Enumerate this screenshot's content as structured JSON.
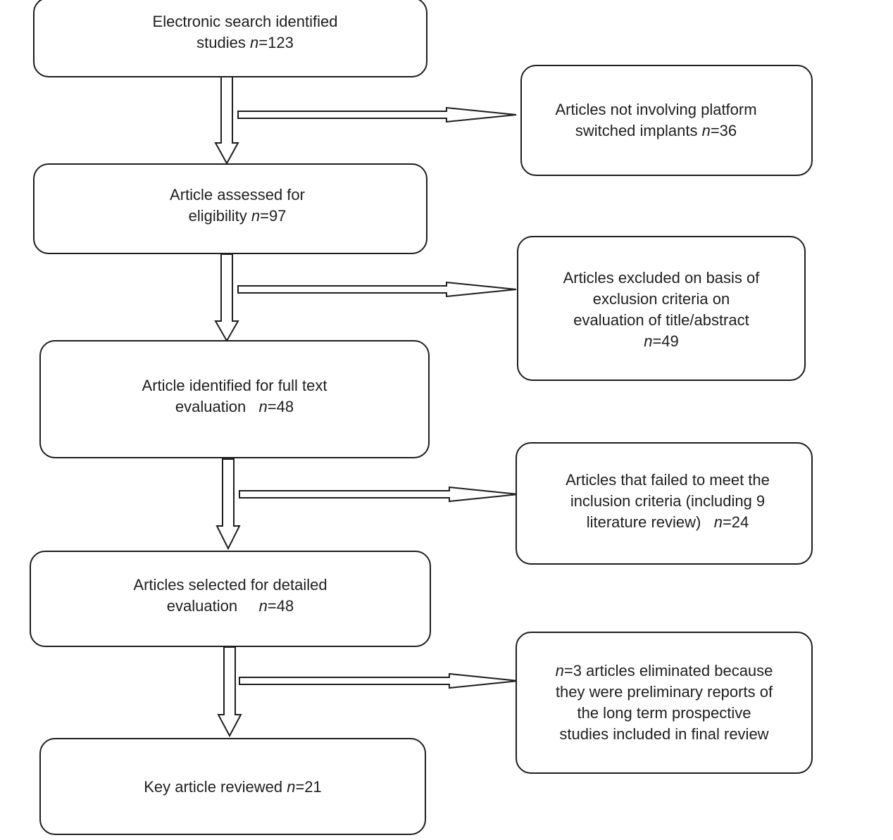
{
  "flow": {
    "boxes": [
      {
        "line1": "Electronic search identified",
        "line2_pre": "studies ",
        "n_symbol": "n",
        "line2_post": "=123"
      },
      {
        "line1": "Article assessed for",
        "line2_pre": "eligibility ",
        "n_symbol": "n",
        "line2_post": "=97"
      },
      {
        "line1": "Article identified for full text",
        "line2_pre": "evaluation   ",
        "n_symbol": "n",
        "line2_post": "=48"
      },
      {
        "line1": "Articles selected for detailed",
        "line2_pre": "evaluation     ",
        "n_symbol": "n",
        "line2_post": "=48"
      },
      {
        "line1_pre": "Key article reviewed ",
        "n_symbol": "n",
        "line1_post": "=21"
      }
    ],
    "exclusions": [
      {
        "line1": "Articles not involving platform",
        "line2_pre": "switched implants ",
        "n_symbol": "n",
        "line2_post": "=36"
      },
      {
        "line1": "Articles excluded on basis of",
        "line2": "exclusion criteria on",
        "line3": "evaluation of title/abstract",
        "n_symbol": "n",
        "line4_post": "=49"
      },
      {
        "line1": "Articles that failed to meet the",
        "line2": "inclusion criteria (including 9",
        "line3_pre": "literature review)   ",
        "n_symbol": "n",
        "line3_post": "=24"
      },
      {
        "n_symbol": "n",
        "line1_post": "=3 articles eliminated because",
        "line2": "they were preliminary reports of",
        "line3": "the long term prospective",
        "line4": "studies included in final review"
      }
    ]
  }
}
